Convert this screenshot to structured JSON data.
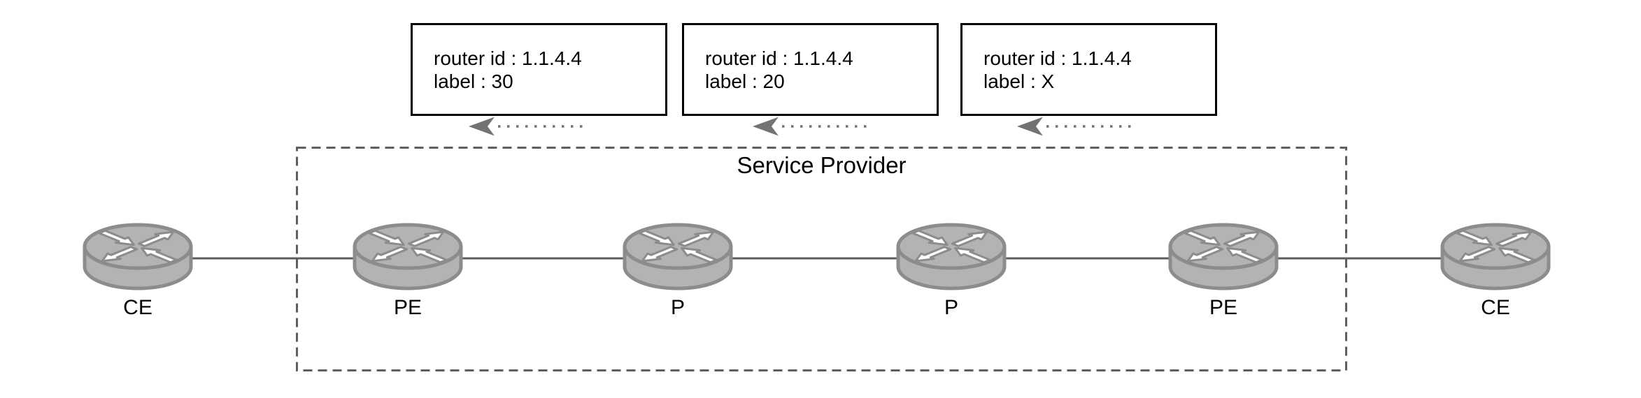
{
  "diagram": {
    "region_label": "Service Provider",
    "nodes": [
      {
        "label": "CE"
      },
      {
        "label": "PE"
      },
      {
        "label": "P"
      },
      {
        "label": "P"
      },
      {
        "label": "PE"
      },
      {
        "label": "CE"
      }
    ],
    "advertisements": [
      {
        "router_id_line": "router id : 1.1.4.4",
        "label_line": "label : 30"
      },
      {
        "router_id_line": "router id : 1.1.4.4",
        "label_line": "label : 20"
      },
      {
        "router_id_line": "router id : 1.1.4.4",
        "label_line": "label : X"
      }
    ],
    "icons": {
      "router": "router-icon",
      "arrowhead": "left-arrowhead-icon"
    },
    "colors": {
      "router_fill": "#b3b3b3",
      "router_stroke": "#8c8c8c",
      "link_line": "#5c5c5c",
      "boundary_dash": "#5f5f5f",
      "advert_arrow": "#737373",
      "advert_box_border": "#000000",
      "text": "#000000",
      "background": "#ffffff"
    }
  }
}
